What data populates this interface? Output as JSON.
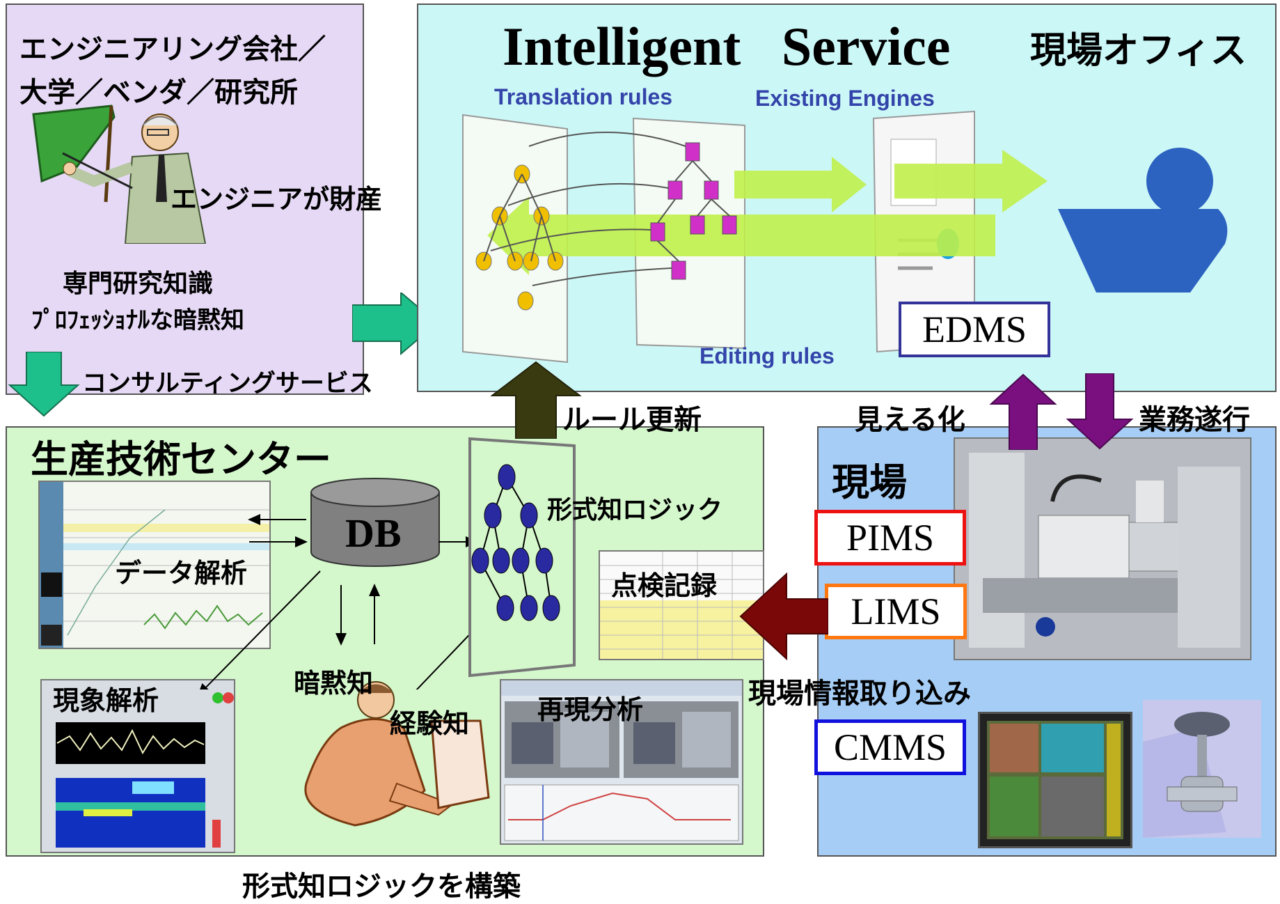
{
  "engineering": {
    "title_line1": "エンジニアリング会社／",
    "title_line2": "大学／ベンダ／研究所",
    "asset_label": "エンジニアが財産",
    "knowledge_line1": "専門研究知識",
    "knowledge_line2": "ﾌﾟﾛﾌｪｯｼｮﾅﾙな暗黙知",
    "consulting_label": "コンサルティングサービス"
  },
  "office": {
    "title": "Intelligent   Service",
    "office_label": "現場オフィス",
    "translation_rules": "Translation rules",
    "existing_engines": "Existing Engines",
    "editing_rules": "Editing rules",
    "edms": "EDMS"
  },
  "center": {
    "title": "生産技術センター",
    "db": "DB",
    "data_analysis": "データ解析",
    "phenomenon_analysis": "現象解析",
    "tacit": "暗黙知",
    "experience": "経験知",
    "reproduction": "再現分析",
    "formal_logic": "形式知ロジック",
    "inspection": "点検記録",
    "rule_update": "ルール更新",
    "build_label": "形式知ロジックを構築"
  },
  "site": {
    "title": "現場",
    "visualize": "見える化",
    "execute": "業務遂行",
    "pims": "PIMS",
    "lims": "LIMS",
    "cmms": "CMMS",
    "capture": "現場情報取り込み"
  },
  "colors": {
    "engineering_bg": "#e6d9f5",
    "office_bg": "#ccf7f7",
    "center_bg": "#d4f7cc",
    "site_bg": "#a6cdf5",
    "teal_arrow": "#1dc08a",
    "dark_olive_arrow": "#3a3a10",
    "purple_arrow": "#7a1080",
    "maroon_arrow": "#7a0808",
    "pims_border": "#ee1111",
    "lims_border": "#ff7710",
    "cmms_border": "#1111dd",
    "edms_border": "#333399"
  }
}
